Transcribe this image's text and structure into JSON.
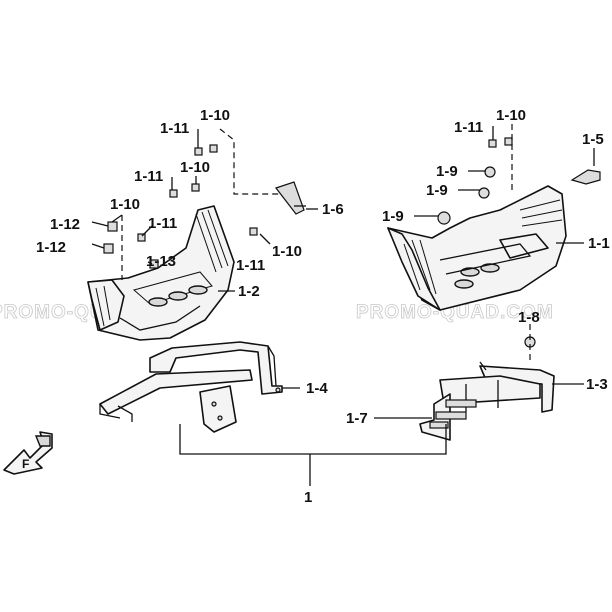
{
  "watermark": {
    "left": "PROMO-QUAD.COM",
    "right": "PROMO-QUAD.COM"
  },
  "callouts": {
    "c_1": "1",
    "c_1_1": "1-1",
    "c_1_2": "1-2",
    "c_1_3": "1-3",
    "c_1_4": "1-4",
    "c_1_5": "1-5",
    "c_1_6": "1-6",
    "c_1_7": "1-7",
    "c_1_8": "1-8",
    "c_1_9a": "1-9",
    "c_1_9b": "1-9",
    "c_1_9c": "1-9",
    "c_1_10a": "1-10",
    "c_1_10b": "1-10",
    "c_1_10c": "1-10",
    "c_1_10d": "1-10",
    "c_1_10e": "1-10",
    "c_1_11a": "1-11",
    "c_1_11b": "1-11",
    "c_1_11c": "1-11",
    "c_1_11d": "1-11",
    "c_1_11e": "1-11",
    "c_1_12a": "1-12",
    "c_1_12b": "1-12",
    "c_1_13": "1-13"
  },
  "orientation": {
    "icon": "front-direction-arrow-icon",
    "letter": "F"
  }
}
